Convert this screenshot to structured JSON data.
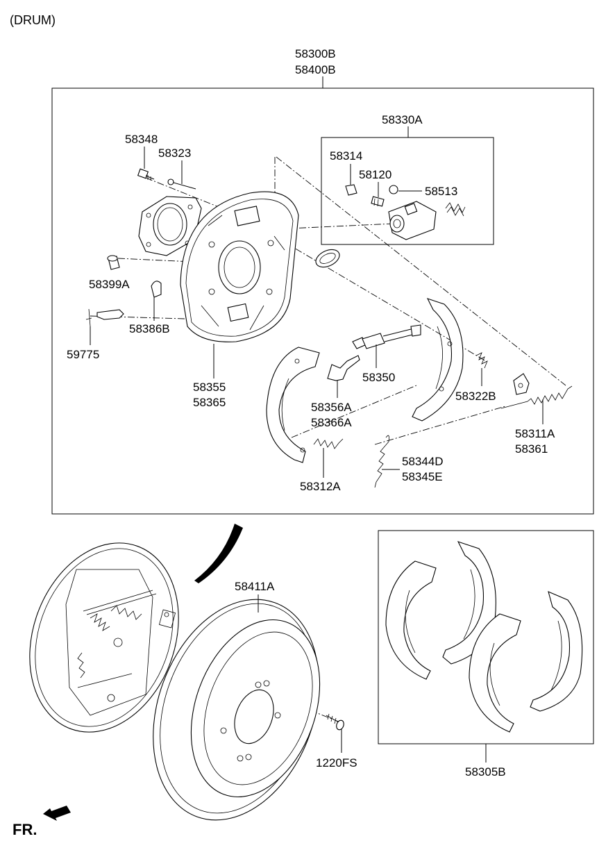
{
  "header": {
    "title": "(DRUM)",
    "orientation_label": "FR."
  },
  "assembly": {
    "label_top": "58300B",
    "label_bottom": "58400B"
  },
  "wheel_cylinder_box": {
    "label": "58330A"
  },
  "shoe_kit_box": {
    "label": "58305B"
  },
  "parts": {
    "p58348": "58348",
    "p58323": "58323",
    "p58314": "58314",
    "p58120": "58120",
    "p58513": "58513",
    "p58399A": "58399A",
    "p58386B": "58386B",
    "p59775": "59775",
    "p58355": "58355",
    "p58365": "58365",
    "p58350": "58350",
    "p58322B": "58322B",
    "p58356A": "58356A",
    "p58366A": "58366A",
    "p58311A": "58311A",
    "p58361": "58361",
    "p58344D": "58344D",
    "p58345E": "58345E",
    "p58312A": "58312A",
    "p58411A": "58411A",
    "p1220FS": "1220FS"
  },
  "colors": {
    "line": "#000000",
    "background": "#ffffff"
  }
}
